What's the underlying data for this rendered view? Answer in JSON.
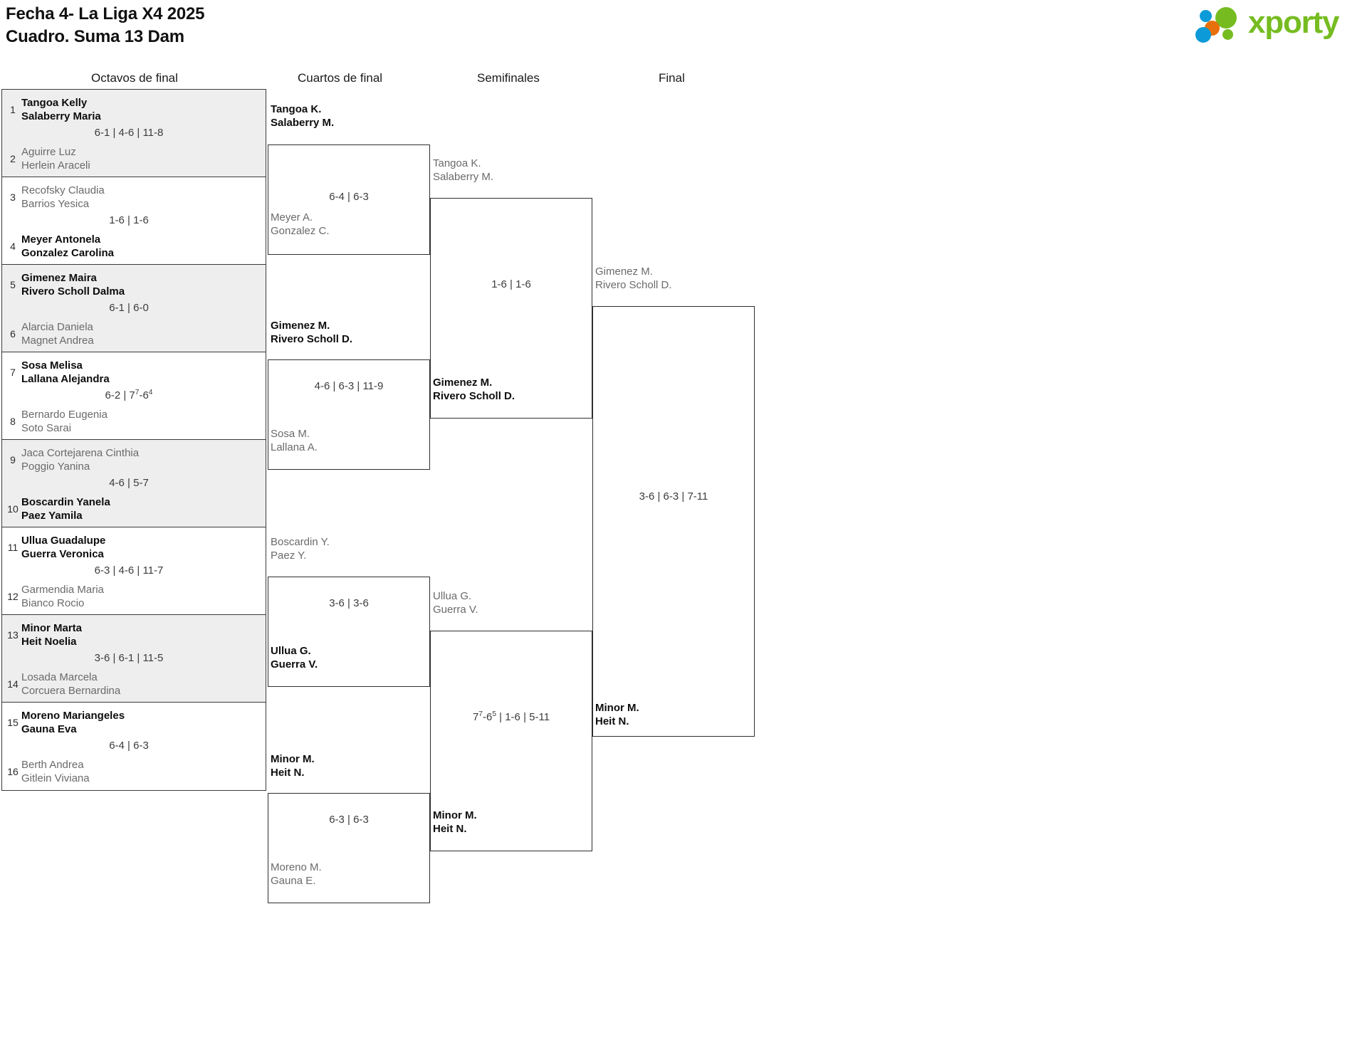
{
  "header": {
    "title_line1": "Fecha 4- La Liga X4 2025",
    "title_line2": "Cuadro. Suma 13 Dam",
    "logo_text": "xporty",
    "logo_colors": {
      "green": "#76bc21",
      "blue": "#0c9ad8",
      "orange": "#e8700a"
    }
  },
  "rounds": [
    {
      "label": "Octavos de final"
    },
    {
      "label": "Cuartos de final"
    },
    {
      "label": "Semifinales"
    },
    {
      "label": "Final"
    }
  ],
  "round1": [
    {
      "seed_top": "1",
      "seed_bot": "2",
      "top_p1": "Tangoa Kelly",
      "top_p2": "Salaberry Maria",
      "bot_p1": "Aguirre Luz",
      "bot_p2": "Herlein Araceli",
      "score": "6-1 | 4-6 | 11-8",
      "winner": "top",
      "shaded": true
    },
    {
      "seed_top": "3",
      "seed_bot": "4",
      "top_p1": "Recofsky Claudia",
      "top_p2": "Barrios Yesica",
      "bot_p1": "Meyer Antonela",
      "bot_p2": "Gonzalez Carolina",
      "score": "1-6 | 1-6",
      "winner": "bottom",
      "shaded": false
    },
    {
      "seed_top": "5",
      "seed_bot": "6",
      "top_p1": "Gimenez Maira",
      "top_p2": "Rivero Scholl Dalma",
      "bot_p1": "Alarcia Daniela",
      "bot_p2": "Magnet Andrea",
      "score": "6-1 | 6-0",
      "winner": "top",
      "shaded": true
    },
    {
      "seed_top": "7",
      "seed_bot": "8",
      "top_p1": "Sosa Melisa",
      "top_p2": "Lallana Alejandra",
      "bot_p1": "Bernardo Eugenia",
      "bot_p2": "Soto Sarai",
      "score": "6-2 | 7⁷-6⁴",
      "winner": "top",
      "shaded": false
    },
    {
      "seed_top": "9",
      "seed_bot": "10",
      "top_p1": "Jaca Cortejarena Cinthia",
      "top_p2": "Poggio Yanina",
      "bot_p1": "Boscardin Yanela",
      "bot_p2": "Paez Yamila",
      "score": "4-6 | 5-7",
      "winner": "bottom",
      "shaded": true
    },
    {
      "seed_top": "11",
      "seed_bot": "12",
      "top_p1": "Ullua Guadalupe",
      "top_p2": "Guerra Veronica",
      "bot_p1": "Garmendia Maria",
      "bot_p2": "Bianco Rocio",
      "score": "6-3 | 4-6 | 11-7",
      "winner": "top",
      "shaded": false
    },
    {
      "seed_top": "13",
      "seed_bot": "14",
      "top_p1": "Minor Marta",
      "top_p2": "Heit Noelia",
      "bot_p1": "Losada Marcela",
      "bot_p2": "Corcuera Bernardina",
      "score": "3-6 | 6-1 | 11-5",
      "winner": "top",
      "shaded": true
    },
    {
      "seed_top": "15",
      "seed_bot": "16",
      "top_p1": "Moreno Mariangeles",
      "top_p2": "Gauna Eva",
      "bot_p1": "Berth Andrea",
      "bot_p2": "Gitlein Viviana",
      "score": "6-4 | 6-3",
      "winner": "top",
      "shaded": false
    }
  ],
  "round2": [
    {
      "top_p1": "Tangoa K.",
      "top_p2": "Salaberry M.",
      "bot_p1": "Meyer A.",
      "bot_p2": "Gonzalez C.",
      "score": "6-4 | 6-3",
      "winner": "top"
    },
    {
      "top_p1": "Gimenez M.",
      "top_p2": "Rivero Scholl D.",
      "bot_p1": "Sosa M.",
      "bot_p2": "Lallana A.",
      "score": "4-6 | 6-3 | 11-9",
      "winner": "top"
    },
    {
      "top_p1": "Boscardin Y.",
      "top_p2": "Paez Y.",
      "bot_p1": "Ullua G.",
      "bot_p2": "Guerra V.",
      "score": "3-6 | 3-6",
      "winner": "bottom"
    },
    {
      "top_p1": "Minor M.",
      "top_p2": "Heit N.",
      "bot_p1": "Moreno M.",
      "bot_p2": "Gauna E.",
      "score": "6-3 | 6-3",
      "winner": "top"
    }
  ],
  "round3": [
    {
      "top_p1": "Tangoa K.",
      "top_p2": "Salaberry M.",
      "bot_p1": "Gimenez M.",
      "bot_p2": "Rivero Scholl D.",
      "score": "1-6 | 1-6",
      "winner": "bottom"
    },
    {
      "top_p1": "Ullua G.",
      "top_p2": "Guerra V.",
      "bot_p1": "Minor M.",
      "bot_p2": "Heit N.",
      "score": "7⁷-6⁵ | 1-6 | 5-11",
      "winner": "bottom"
    }
  ],
  "round4": [
    {
      "top_p1": "Gimenez M.",
      "top_p2": "Rivero Scholl D.",
      "bot_p1": "Minor M.",
      "bot_p2": "Heit N.",
      "score": "3-6 | 6-3 | 7-11",
      "winner": "bottom"
    }
  ]
}
